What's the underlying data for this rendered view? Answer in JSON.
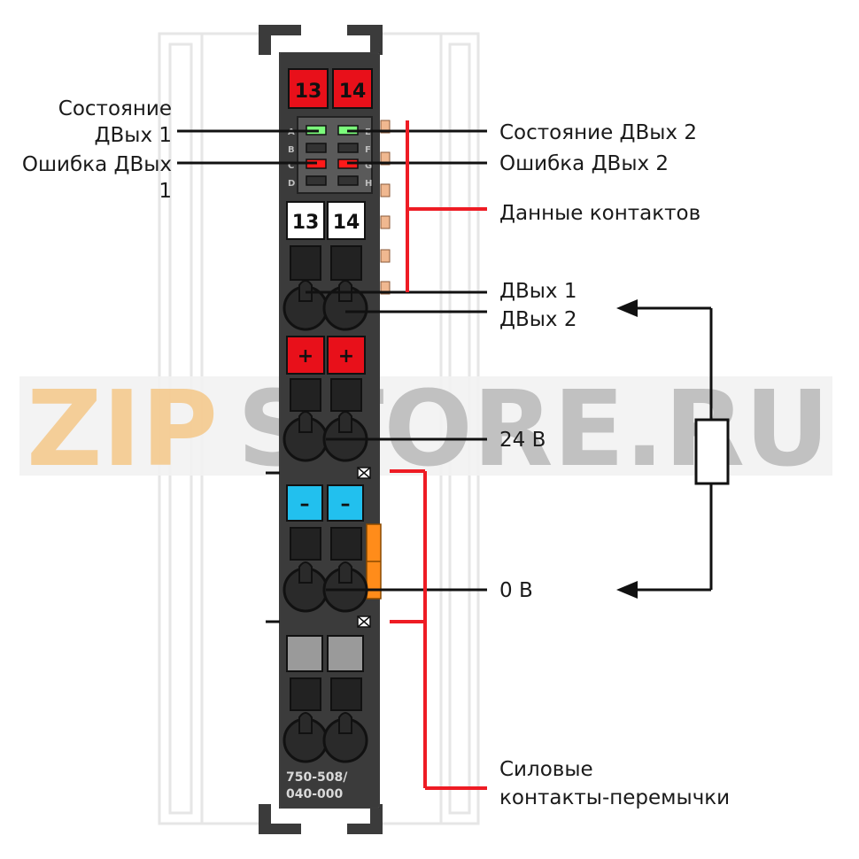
{
  "module": {
    "part_number_line1": "750-508/",
    "part_number_line2": "040-000",
    "top_marker_left": "13",
    "top_marker_right": "14",
    "marker_left": "13",
    "marker_right": "14",
    "plus_left": "+",
    "plus_right": "+",
    "minus_left": "–",
    "minus_right": "–",
    "led_letters_left": [
      "A",
      "B",
      "C",
      "D"
    ],
    "led_letters_right": [
      "E",
      "F",
      "G",
      "H"
    ]
  },
  "labels": {
    "status_do1_line1": "Состояние",
    "status_do1_line2": "ДВых 1",
    "error_do1_line1": "Ошибка ДВых",
    "error_do1_line2": "1",
    "status_do2": "Состояние ДВых 2",
    "error_do2": "Ошибка ДВых 2",
    "contact_data": "Данные контактов",
    "do1": "ДВых 1",
    "do2": "ДВых 2",
    "v24": "24 В",
    "v0": "0 В",
    "power_jumper_line1": "Силовые",
    "power_jumper_line2": "контакты-перемычки"
  },
  "watermark": {
    "left": "ZIP",
    "right": "STORE.RU"
  },
  "colors": {
    "housing": "#3b3b3b",
    "red_marker": "#e8101a",
    "blue_marker": "#22c0ee",
    "grey_marker": "#9a9a9a",
    "led_green": "#7cfc7c",
    "led_red": "#ff1a1a",
    "orange": "#ff8c1a",
    "callout_red": "#ee1c24",
    "contact_pad": "#f0b890"
  }
}
